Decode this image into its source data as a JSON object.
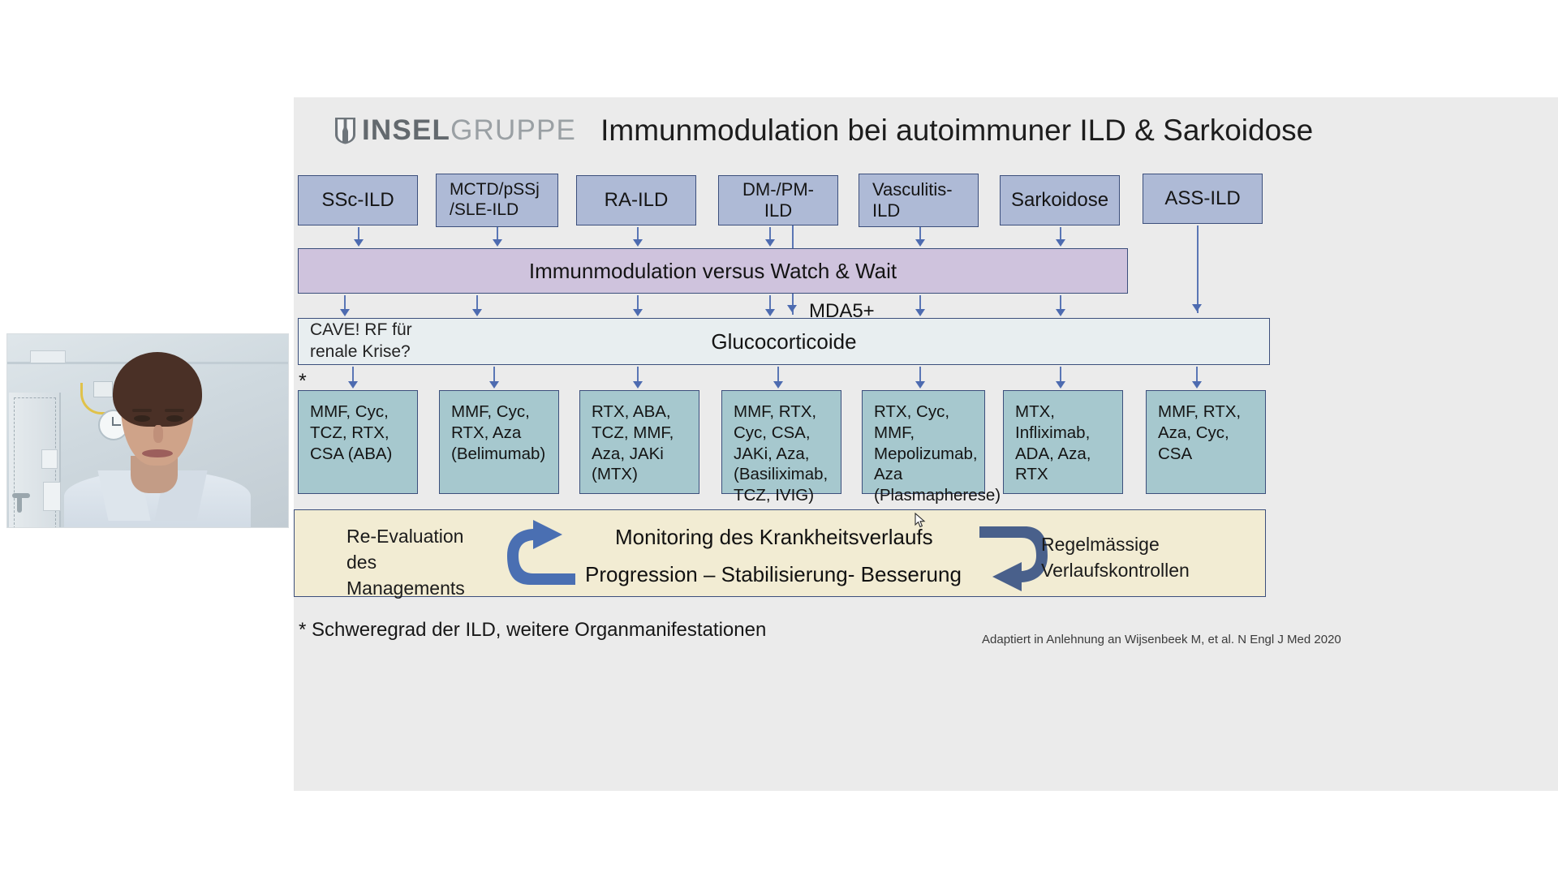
{
  "header": {
    "logo_mark": "insel-shield-icon",
    "logo_bold": "INSEL",
    "logo_light": "GRUPPE",
    "title": "Immunmodulation bei autoimmuner ILD & Sarkoidose"
  },
  "diagnoses": [
    {
      "label": "SSc-ILD"
    },
    {
      "label": "MCTD/pSSj\n/SLE-ILD"
    },
    {
      "label": "RA-ILD"
    },
    {
      "label": "DM-/PM-ILD"
    },
    {
      "label": "Vasculitis-\nILD"
    },
    {
      "label": "Sarkoidose"
    },
    {
      "label": "ASS-ILD"
    }
  ],
  "bands": {
    "immunomodulation": "Immunmodulation versus Watch & Wait",
    "mda5_label": "MDA5+",
    "glucocorticoid": "Glucocorticoide",
    "cave_note": "CAVE! RF für\nrenale Krise?",
    "asterisk_marker": "*"
  },
  "treatments": [
    {
      "lines": [
        "MMF, Cyc,",
        "TCZ, RTX,",
        "CSA (ABA)"
      ]
    },
    {
      "lines": [
        "MMF, Cyc,",
        "RTX, Aza",
        "(Belimumab)"
      ]
    },
    {
      "lines": [
        "RTX, ABA,",
        "TCZ, MMF,",
        "Aza, JAKi",
        "(MTX)"
      ]
    },
    {
      "lines": [
        "MMF, RTX,",
        "Cyc, CSA,",
        "JAKi, Aza,",
        "(Basiliximab,",
        "TCZ, IVIG)"
      ]
    },
    {
      "lines": [
        "RTX, Cyc, MMF,",
        "Mepolizumab,",
        "Aza",
        "(Plasmapherese)"
      ]
    },
    {
      "lines": [
        "MTX,",
        "Infliximab,",
        "ADA, Aza, RTX"
      ]
    },
    {
      "lines": [
        "MMF, RTX,",
        "Aza, Cyc,",
        "CSA"
      ]
    }
  ],
  "monitoring": {
    "left_lines": [
      "Re-Evaluation",
      "des",
      "Managements"
    ],
    "center_line_1": "Monitoring des Krankheitsverlaufs",
    "center_line_2": "Progression – Stabilisierung- Besserung",
    "right_lines": [
      "Regelmässige",
      "Verlaufskontrollen"
    ],
    "arrow_left": "curved-arrow-up-icon",
    "arrow_right": "curved-arrow-down-icon"
  },
  "footnote": "* Schweregrad der ILD, weitere Organmanifestationen",
  "credit": "Adaptiert in Anlehnung an Wijsenbeek M,  et al. N Engl J Med 2020",
  "colors": {
    "slide_bg": "#ebebeb",
    "diagnosis_fill": "#aebad6",
    "band_border": "#3c4f7c",
    "immuno_fill": "#cfc3dd",
    "gluco_fill": "#e8eef0",
    "treatment_fill": "#a6c8ce",
    "monitor_fill": "#f2ecd3",
    "arrow_blue": "#4d6bb0",
    "logo_bold": "#63696e",
    "logo_light": "#9aa0a4"
  },
  "webcam": {
    "present": true,
    "description": "presenter-video-thumbnail"
  }
}
